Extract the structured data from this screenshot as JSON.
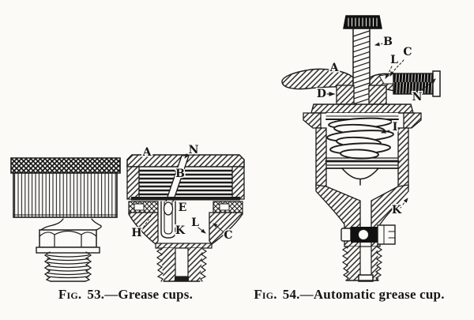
{
  "page": {
    "paper": "#fbfaf6",
    "ink": "#1c1c1c"
  },
  "fig53": {
    "caption": {
      "fig_label": "Fig.",
      "number": "53.",
      "title": "—Grease cups."
    },
    "labels": {
      "A": "A",
      "N": "N",
      "B": "B",
      "E": "E",
      "K": "K",
      "L": "L",
      "H": "H",
      "C": "C"
    }
  },
  "fig54": {
    "caption": {
      "fig_label": "Fig.",
      "number": "54.",
      "title": "—Automatic grease cup."
    },
    "labels": {
      "A": "A",
      "B": "B",
      "C": "C",
      "D": "D",
      "I": "I",
      "K": "K",
      "L": "L",
      "N": "N"
    }
  }
}
